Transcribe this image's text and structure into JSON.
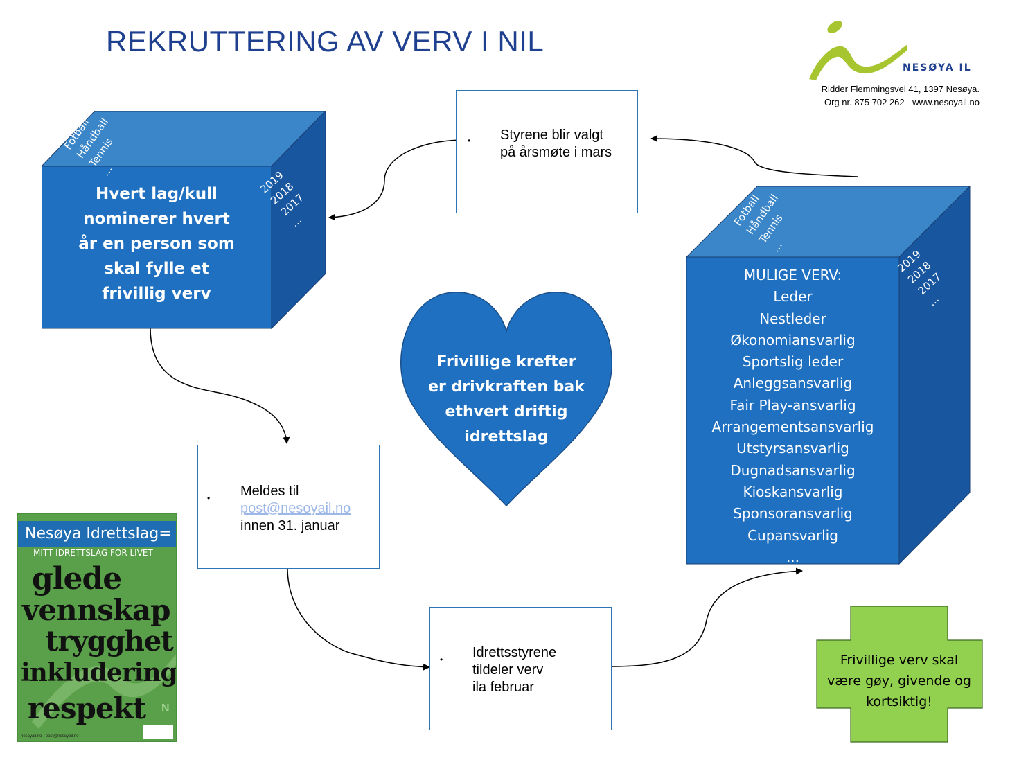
{
  "title": "REKRUTTERING AV VERV I NIL",
  "logo": {
    "name": "NESØYA IL",
    "address_line1": "Ridder Flemmingsvei 41, 1397 Nesøya.",
    "address_line2": "Org nr. 875 702 262 - www.nesoyail.no"
  },
  "colors": {
    "title": "#1f3f8f",
    "cube_front": "#1f70c1",
    "cube_top": "#3a86c8",
    "cube_side": "#1856a0",
    "heart": "#1f70c1",
    "cross": "#92d050",
    "box_border": "#2e75b6"
  },
  "cube_left": {
    "top_labels": [
      "Fotball",
      "Håndball",
      "Tennis",
      "..."
    ],
    "side_labels": [
      "2019",
      "2018",
      "2017",
      "..."
    ],
    "front_lines": [
      "Hvert lag/kull",
      "nominerer hvert",
      "år en person som",
      "skal fylle et",
      "frivillig verv"
    ]
  },
  "cube_right": {
    "top_labels": [
      "Fotball",
      "Håndball",
      "Tennis",
      "..."
    ],
    "side_labels": [
      "2019",
      "2018",
      "2017",
      "..."
    ],
    "front_lines": [
      "MULIGE VERV:",
      "Leder",
      "Nestleder",
      "Økonomiansvarlig",
      "Sportslig leder",
      "Anleggsansvarlig",
      "Fair Play-ansvarlig",
      "Arrangementsansvarlig",
      "Utstyrsansvarlig",
      "Dugnadsansvarlig",
      "Kioskansvarlig",
      "Sponsoransvarlig",
      "Cupansvarlig",
      "..."
    ]
  },
  "box_styrene": {
    "bullet": "•",
    "line1": "Styrene blir valgt",
    "line2": "på årsmøte i mars"
  },
  "box_meldes": {
    "bullet": "•",
    "line1": "Meldes til",
    "link": "post@nesoyail.no",
    "line3": "innen 31. januar"
  },
  "box_idrett": {
    "bullet": "•",
    "line1": "Idrettsstyrene",
    "line2": "tildeler verv",
    "line3": "ila februar"
  },
  "heart_lines": [
    "Frivillige krefter",
    "er drivkraften bak",
    "ethvert driftig",
    "idrettslag"
  ],
  "cross_lines": [
    "Frivillige verv skal",
    "være gøy, givende og",
    "kortsiktig!"
  ],
  "poster": {
    "header": "Nesøya Idrettslag=",
    "subheader": "MITT IDRETTSLAG FOR LIVET",
    "words": [
      "glede",
      "vennskap",
      "trygghet",
      "inkludering",
      "respekt"
    ],
    "letter": "N",
    "footer": "nesoyail.no · post@nesoyail.no"
  }
}
